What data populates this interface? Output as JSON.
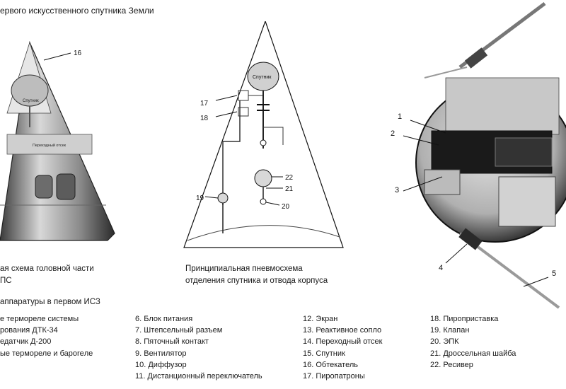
{
  "title": "ервого искусственного спутника Земли",
  "captions": {
    "left": [
      "ая схема головной части",
      "ПС"
    ],
    "middle": [
      "Принципиальная пневмосхема",
      "отделения спутника и отвода корпуса"
    ]
  },
  "legend_title": "аппаратуры в первом ИСЗ",
  "legend": {
    "col1": [
      "е термореле системы",
      "рования ДТК-34",
      "едатчик Д-200",
      "ые термореле и бароreле"
    ],
    "col2": [
      "6. Блок питания",
      "7. Штепсельный разъем",
      "8. Пяточный контакт",
      "9. Вентилятор",
      "10. Диффузор",
      "11. Дистанционный переключатель"
    ],
    "col3": [
      "12. Экран",
      "13. Реактивное сопло",
      "14. Переходный отсек",
      "15. Спутник",
      "16. Обтекатель",
      "17. Пиропатроны"
    ],
    "col4": [
      "18. Пироприставка",
      "19. Клапан",
      "20. ЭПК",
      "21. Дроссельная шайба",
      "22. Ресивер"
    ]
  },
  "figures": {
    "left_cone": {
      "callouts": [
        "16"
      ],
      "labels": [
        "Спутник",
        "Переходный отсек"
      ]
    },
    "middle_schema": {
      "sphere_label": "Спутник",
      "callouts": [
        "17",
        "18",
        "19",
        "22",
        "21",
        "20"
      ]
    },
    "right_satellite": {
      "callouts": [
        "1",
        "2",
        "3",
        "4",
        "5"
      ]
    }
  }
}
